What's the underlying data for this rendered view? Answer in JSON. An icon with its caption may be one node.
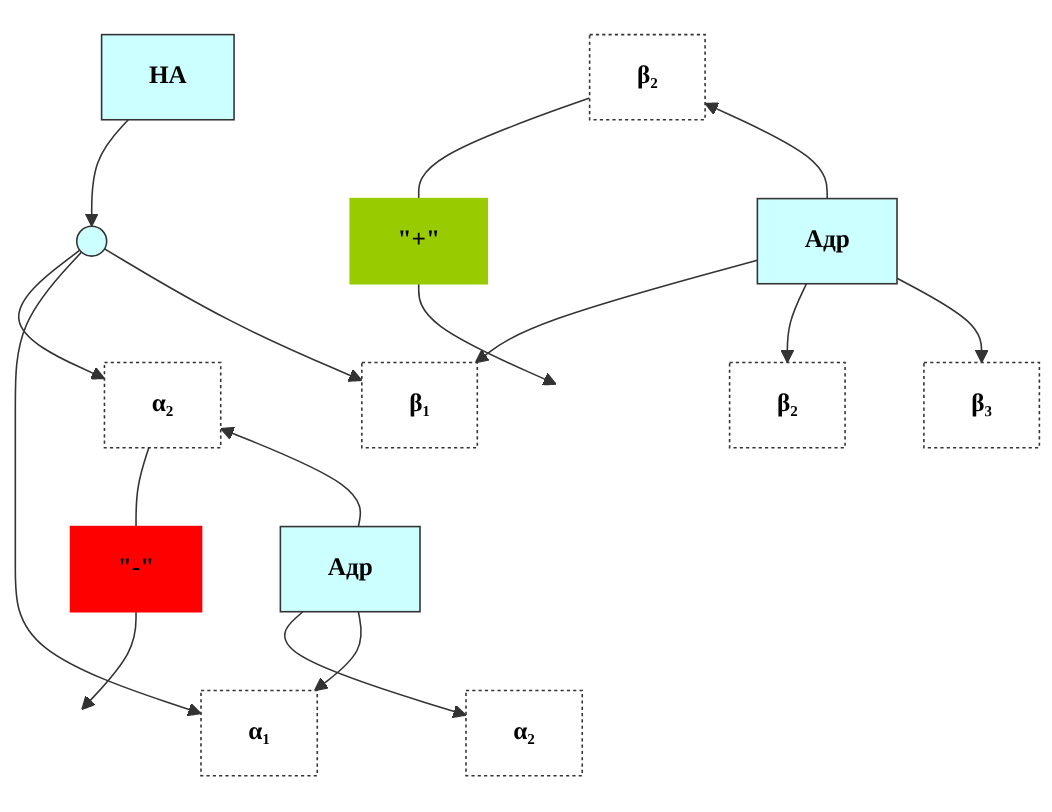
{
  "diagram": {
    "nodes": [
      {
        "text": [
          "НА"
        ]
      },
      {
        "text": [
          "\"-\""
        ]
      },
      {
        "text": [
          "\"+\""
        ]
      },
      {
        "text": [
          "α₂"
        ]
      },
      {
        "text": [
          "β₂"
        ]
      },
      {
        "text": [
          "Адр"
        ]
      },
      {
        "text": [
          "Адр"
        ]
      },
      {
        "text": [],
        "shape": "circle"
      },
      {
        "text": [
          "α₂"
        ]
      },
      {
        "text": [
          "α₁"
        ]
      },
      {
        "text": [
          "β₁"
        ]
      },
      {
        "text": [
          "β₂"
        ]
      },
      {
        "text": [
          "β₃"
        ]
      }
    ],
    "edges": [
      {
        "from": 0,
        "to": 7,
        "arrow": "to"
      },
      {
        "from": 7,
        "to": 3,
        "arrow": "to"
      },
      {
        "from": 7,
        "to": 9,
        "arrow": "to"
      },
      {
        "from": 7,
        "to": 10,
        "arrow": "to"
      },
      {
        "from": 5,
        "to": 3,
        "arrow": "to"
      },
      {
        "from": 5,
        "to": 8,
        "arrow": "to"
      },
      {
        "from": 5,
        "to": 9,
        "arrow": "to"
      },
      {
        "from": 6,
        "to": 4,
        "arrow": "to"
      },
      {
        "from": 6,
        "to": 10,
        "arrow": "to"
      },
      {
        "from": 6,
        "to": 11,
        "arrow": "to"
      },
      {
        "from": 6,
        "to": 12,
        "arrow": "to"
      },
      {
        "from": 3,
        "to": 1,
        "arrow": "none"
      },
      {
        "from": 1,
        "to": null,
        "arrow": "to"
      },
      {
        "from": 4,
        "to": 2,
        "arrow": "none"
      },
      {
        "from": 2,
        "to": null,
        "arrow": "to"
      }
    ]
  }
}
